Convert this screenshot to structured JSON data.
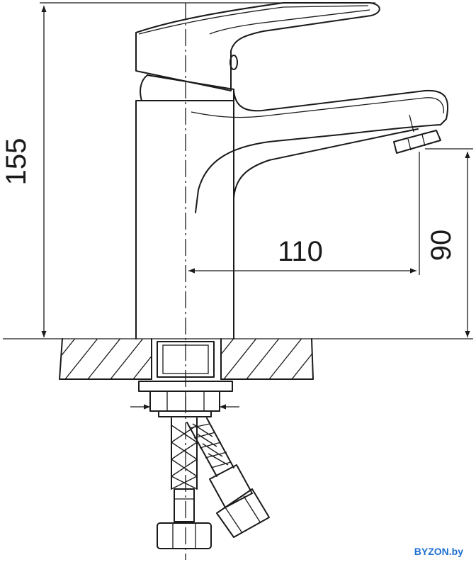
{
  "dimensions": {
    "height_total": "155",
    "spout_reach": "110",
    "spout_height": "90"
  },
  "watermark": "BYZON.by"
}
